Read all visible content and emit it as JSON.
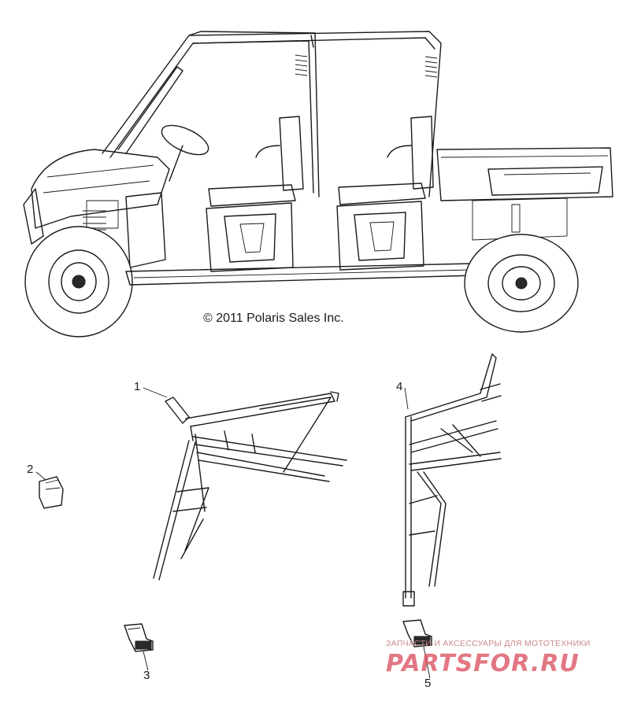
{
  "copyright": "© 2011 Polaris Sales Inc.",
  "callouts": [
    "1",
    "2",
    "3",
    "4",
    "5"
  ],
  "watermark": {
    "tagline": "ЗАПЧАСТИ И АКСЕССУАРЫ ДЛЯ МОТОТЕХНИКИ",
    "logo": "PARTSFOR.RU"
  },
  "colors": {
    "line": "#1a1a1a",
    "watermark": "#d94a5a"
  }
}
